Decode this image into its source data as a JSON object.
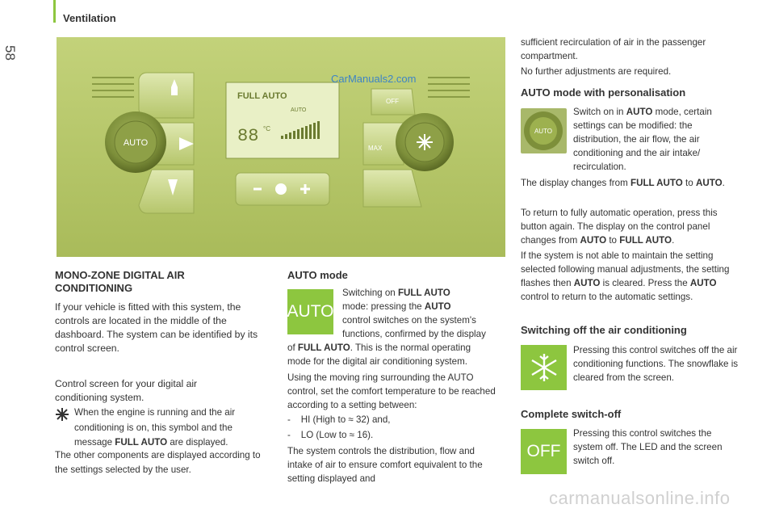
{
  "header": {
    "section": "Ventilation",
    "page_number": "58"
  },
  "photo": {
    "watermark": "CarManuals2.com",
    "panel": {
      "display_mode": "FULL AUTO",
      "display_digits": "88",
      "display_unit": "°C",
      "auto_label": "AUTO",
      "recirc_auto": "AUTO",
      "off_label": "OFF",
      "max_label": "MAX"
    }
  },
  "left_col": {
    "title": "MONO-ZONE DIGITAL AIR CONDITIONING",
    "intro": "If your vehicle is fitted with this system, the controls are located in the middle of the dashboard. The system can be identified by its control screen.",
    "screen_caption": "Control screen for your digital air conditioning system.",
    "note_pre": "When the engine is running and the air conditioning is on, this symbol and the message ",
    "note_bold": "FULL AUTO",
    "note_post": " are displayed.",
    "other_components": "The other components are displayed according to the settings selected by the user."
  },
  "mid_col": {
    "title": "AUTO mode",
    "tile_label": "AUTO",
    "switching_a": "Switching on ",
    "switching_b": "FULL AUTO",
    "switching_c": "mode: pressing the ",
    "switching_d": "AUTO",
    "switching_e": "control switches on the system's",
    "switching_f": "functions, confirmed by the display",
    "switching_g": "of ",
    "switching_h": "FULL AUTO",
    "switching_i": ". This is the normal operating",
    "switching_j": "mode for the digital air conditioning system.",
    "ring": "Using the moving ring surrounding the AUTO control, set the comfort temperature to be reached according to a setting between:",
    "list": [
      "-    HI (High to ≈ 32) and,",
      "-    LO (Low to ≈ 16)."
    ],
    "controls": "The system controls the distribution, flow and intake of air to ensure comfort equivalent to the setting displayed and"
  },
  "right_col": {
    "cont": "sufficient recirculation of air in the passenger compartment.",
    "no_further": "No further adjustments are required.",
    "pers_title": "AUTO mode with personalisation",
    "pers_a": "Switch on in ",
    "pers_b": "AUTO",
    "pers_c": " mode, certain settings can be modified: the distribution, the air flow, the air conditioning and the air intake/ recirculation.",
    "display_a": "The display changes from ",
    "display_b": "FULL AUTO",
    "display_c": " to ",
    "display_d": "AUTO",
    "display_e": ".",
    "ret_a": "To return to fully automatic operation, press this button again. The display on the control panel changes from ",
    "ret_b": "AUTO",
    "ret_c": " to ",
    "ret_d": "FULL AUTO",
    "ret_e": ".",
    "flash_a": "If the system is not able to maintain the setting selected following manual adjustments, the setting flashes then ",
    "flash_b": "AUTO",
    "flash_c": " is cleared. Press the ",
    "flash_d": "AUTO",
    "flash_e": " control to return to the automatic settings.",
    "off_title": "Switching off the air conditioning",
    "off_text": "Pressing this control switches off the air conditioning functions. The snowflake is cleared from the screen.",
    "complete_title": "Complete switch-off",
    "complete_text": "Pressing this control switches the system off. The LED and the screen switch off.",
    "off_tile": "OFF"
  },
  "footer": {
    "watermark": "carmanualsonline.info"
  },
  "colors": {
    "accent_green": "#8dc63f",
    "photo_bg": "#b7c86a"
  }
}
